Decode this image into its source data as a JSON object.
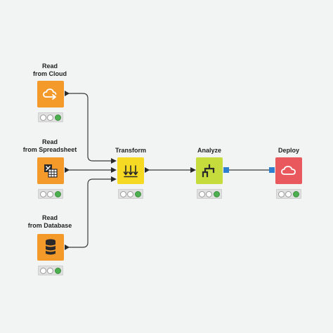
{
  "nodes": [
    {
      "id": "read-cloud",
      "label": "Read\nfrom Cloud",
      "color": "#f39a2b",
      "icon": "cloud-arrow-icon",
      "status": [
        "off",
        "off",
        "on"
      ]
    },
    {
      "id": "read-spreadsheet",
      "label": "Read\nfrom Spreadsheet",
      "color": "#f39a2b",
      "icon": "spreadsheet-icon",
      "status": [
        "off",
        "off",
        "on"
      ]
    },
    {
      "id": "read-database",
      "label": "Read\nfrom Database",
      "color": "#f39a2b",
      "icon": "database-icon",
      "status": [
        "off",
        "off",
        "on"
      ]
    },
    {
      "id": "transform",
      "label": "Transform",
      "color": "#f6d923",
      "icon": "transform-arrows-icon",
      "status": [
        "off",
        "off",
        "on"
      ]
    },
    {
      "id": "analyze",
      "label": "Analyze",
      "color": "#c6dc3c",
      "icon": "analyze-tree-icon",
      "status": [
        "off",
        "off",
        "on"
      ]
    },
    {
      "id": "deploy",
      "label": "Deploy",
      "color": "#e8585c",
      "icon": "cloud-icon",
      "status": [
        "off",
        "off",
        "on"
      ]
    }
  ],
  "colors": {
    "background": "#f2f4f3",
    "wire": "#3a3a3a",
    "port_blue": "#2f7fd0",
    "status_on": "#4caf50"
  }
}
